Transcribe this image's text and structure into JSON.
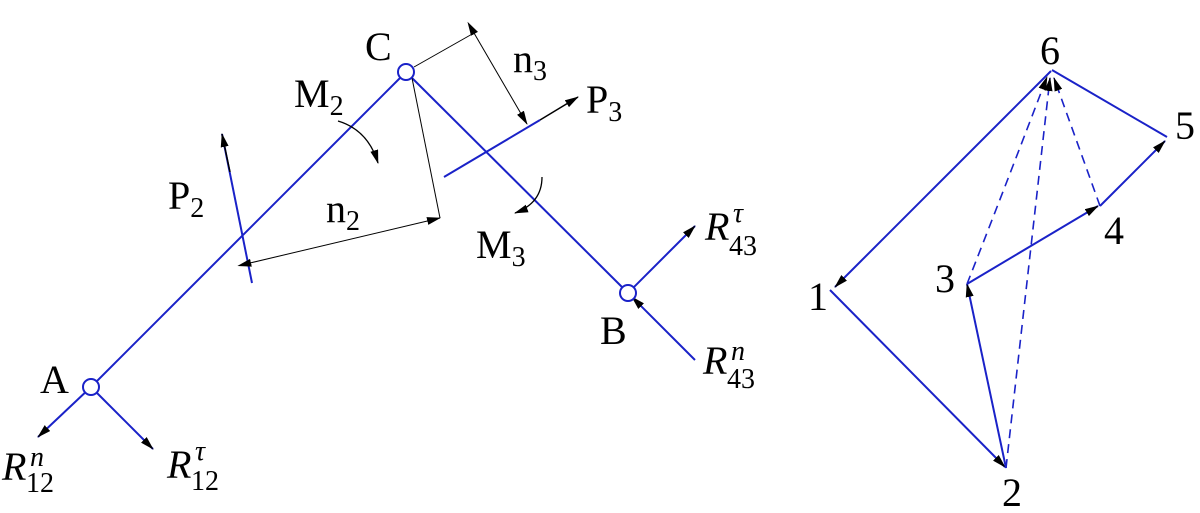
{
  "colors": {
    "link": "#1a22c8",
    "dim": "#000000",
    "background": "#ffffff"
  },
  "mechanism": {
    "joints": {
      "A": "A",
      "B": "B",
      "C": "C"
    },
    "forces": {
      "P2": {
        "main": "P",
        "sub": "2"
      },
      "P3": {
        "main": "P",
        "sub": "3"
      },
      "M2": {
        "main": "M",
        "sub": "2"
      },
      "M3": {
        "main": "M",
        "sub": "3"
      },
      "n2": {
        "main": "n",
        "sub": "2"
      },
      "n3": {
        "main": "n",
        "sub": "3"
      },
      "R12n": {
        "main": "R",
        "sup": "n",
        "sub": "12"
      },
      "R12t": {
        "main": "R",
        "sup": "τ",
        "sub": "12"
      },
      "R43t": {
        "main": "R",
        "sup": "τ",
        "sub": "43"
      },
      "R43n": {
        "main": "R",
        "sup": "n",
        "sub": "43"
      }
    }
  },
  "polygon": {
    "points": [
      "1",
      "2",
      "3",
      "4",
      "5",
      "6"
    ]
  }
}
